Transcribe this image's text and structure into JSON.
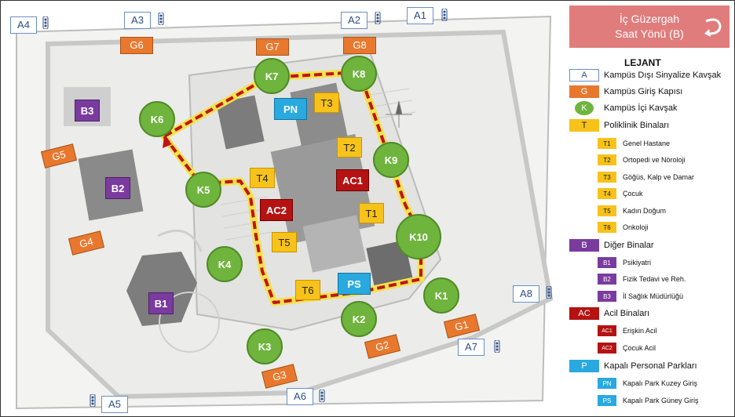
{
  "route": {
    "line1": "İç Güzergah",
    "line2": "Saat Yönü (B)",
    "icon": "clockwise-arrow-icon"
  },
  "external_junctions": [
    "A1",
    "A2",
    "A3",
    "A4",
    "A5",
    "A6",
    "A7",
    "A8"
  ],
  "gates": [
    "G1",
    "G2",
    "G3",
    "G4",
    "G5",
    "G6",
    "G7",
    "G8"
  ],
  "junctions": [
    "K1",
    "K2",
    "K3",
    "K4",
    "K5",
    "K6",
    "K7",
    "K8",
    "K9",
    "K10"
  ],
  "clinics": [
    "T1",
    "T2",
    "T3",
    "T4",
    "T5",
    "T6"
  ],
  "other_buildings": [
    "B1",
    "B2",
    "B3"
  ],
  "emergency": [
    "AC1",
    "AC2"
  ],
  "parking": [
    "PN",
    "PS"
  ],
  "legend": {
    "title": "LEJANT",
    "categories": [
      {
        "symbol": "A",
        "label": "Kampüs Dışı Sinyalize Kavşak"
      },
      {
        "symbol": "G",
        "label": "Kampüs Giriş Kapısı"
      },
      {
        "symbol": "K",
        "label": "Kampüs İçi Kavşak"
      },
      {
        "symbol": "T",
        "label": "Poliklinik Binaları",
        "items": [
          {
            "symbol": "T1",
            "label": "Genel Hastane"
          },
          {
            "symbol": "T2",
            "label": "Ortopedi ve Nöroloji"
          },
          {
            "symbol": "T3",
            "label": "Göğüs, Kalp ve Damar"
          },
          {
            "symbol": "T4",
            "label": "Çocuk"
          },
          {
            "symbol": "T5",
            "label": "Kadın Doğum"
          },
          {
            "symbol": "T6",
            "label": "Onkoloji"
          }
        ]
      },
      {
        "symbol": "B",
        "label": "Diğer Binalar",
        "items": [
          {
            "symbol": "B1",
            "label": "Psikiyatri"
          },
          {
            "symbol": "B2",
            "label": "Fizik Tedavi ve Reh."
          },
          {
            "symbol": "B3",
            "label": "İl Sağlık Müdürlüğü"
          }
        ]
      },
      {
        "symbol": "AC",
        "label": "Acil Binaları",
        "items": [
          {
            "symbol": "AC1",
            "label": "Erişkin Acil"
          },
          {
            "symbol": "AC2",
            "label": "Çocuk Acil"
          }
        ]
      },
      {
        "symbol": "P",
        "label": "Kapalı Personal Parkları",
        "items": [
          {
            "symbol": "PN",
            "label": "Kapalı Park Kuzey Giriş"
          },
          {
            "symbol": "PS",
            "label": "Kapalı Park Güney Giriş"
          }
        ]
      }
    ]
  },
  "colors": {
    "route": "#c0141a",
    "route_glow": "#f4e24a",
    "gate": "#e8782e",
    "junction": "#6fb43d",
    "clinic": "#f7c21a",
    "building": "#7a3b9e",
    "emergency": "#b51212",
    "parking": "#29a9e0",
    "route_box": "#e07c7c"
  }
}
